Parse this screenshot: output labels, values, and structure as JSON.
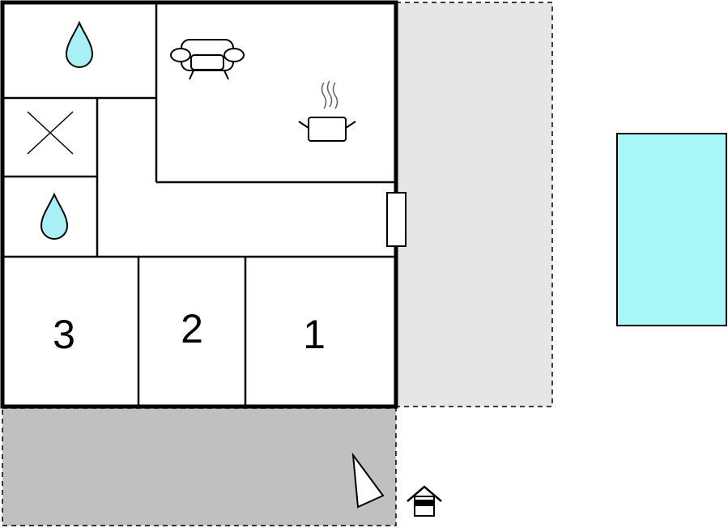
{
  "floorplan": {
    "rooms": [
      {
        "id": "bedroom-3",
        "label": "3"
      },
      {
        "id": "bedroom-2",
        "label": "2"
      },
      {
        "id": "bedroom-1",
        "label": "1"
      }
    ],
    "colors": {
      "wall": "#000000",
      "terrace_covered": "#c0c0c0",
      "terrace_open": "#e6e6e6",
      "pool": "#aaf7f9",
      "water_drop": "#a8f0f5"
    },
    "icons": [
      "water-drop-icon",
      "toilet-icon",
      "sofa-icon",
      "cooking-pot-icon",
      "door-icon",
      "sun-lounger-icon",
      "entrance-house-icon"
    ]
  }
}
